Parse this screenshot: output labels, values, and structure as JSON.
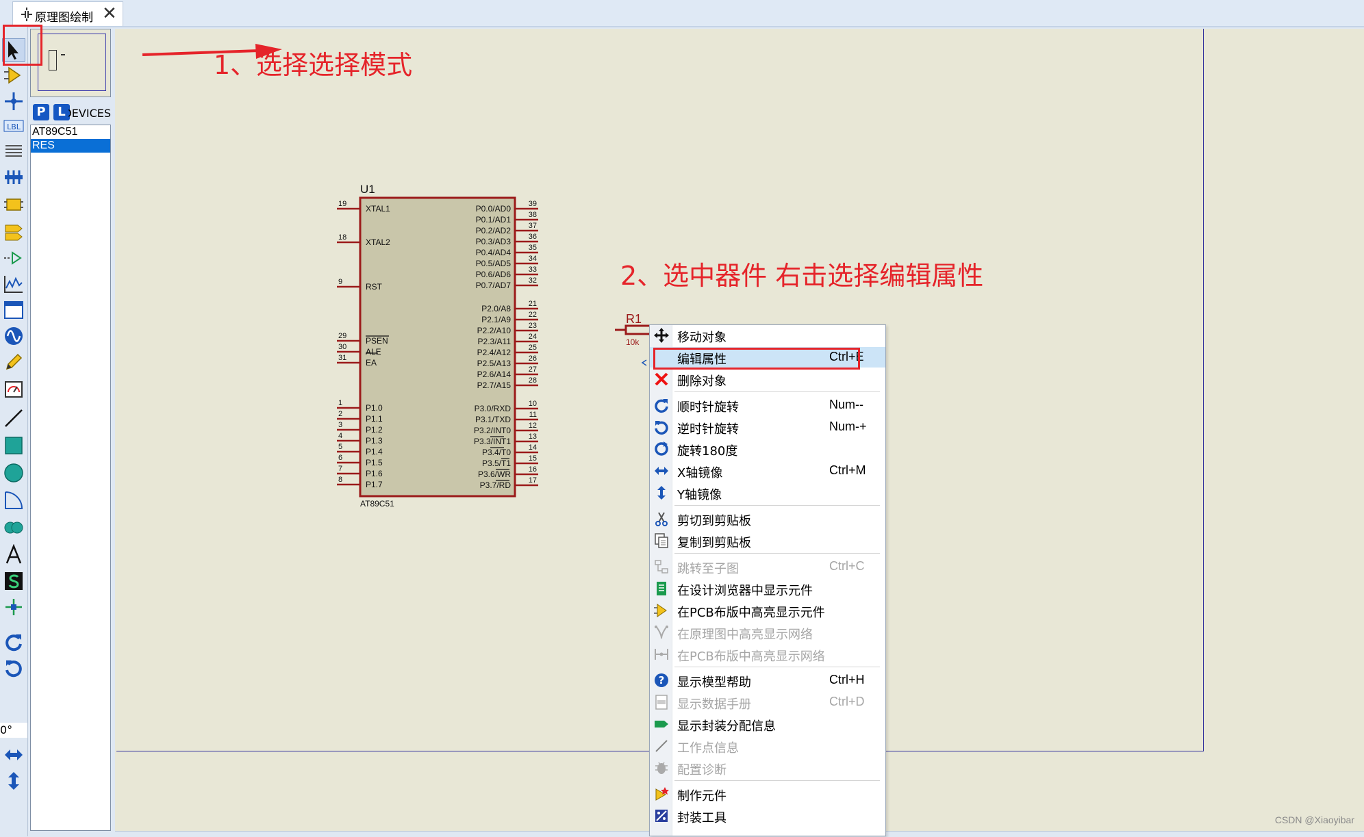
{
  "tab": {
    "label": "原理图绘制",
    "close": "✕"
  },
  "annotations": {
    "step1": "1、选择选择模式",
    "step2": "2、选中器件 右击选择编辑属性"
  },
  "toolbar": {
    "label_tool": "LBL",
    "angle": "0°"
  },
  "library": {
    "p_button": "P",
    "l_button": "L",
    "title": "DEVICES",
    "devices": [
      "AT89C51",
      "RES"
    ],
    "selected": "RES"
  },
  "chip": {
    "ref": "U1",
    "part": "AT89C51",
    "left_pins": [
      {
        "num": "19",
        "name": "XTAL1"
      },
      {
        "num": "18",
        "name": "XTAL2"
      },
      {
        "num": "9",
        "name": "RST"
      },
      {
        "num": "29",
        "name": "PSEN"
      },
      {
        "num": "30",
        "name": "ALE"
      },
      {
        "num": "31",
        "name": "EA"
      },
      {
        "num": "1",
        "name": "P1.0"
      },
      {
        "num": "2",
        "name": "P1.1"
      },
      {
        "num": "3",
        "name": "P1.2"
      },
      {
        "num": "4",
        "name": "P1.3"
      },
      {
        "num": "5",
        "name": "P1.4"
      },
      {
        "num": "6",
        "name": "P1.5"
      },
      {
        "num": "7",
        "name": "P1.6"
      },
      {
        "num": "8",
        "name": "P1.7"
      }
    ],
    "right_pins": [
      {
        "num": "39",
        "name": "P0.0/AD0"
      },
      {
        "num": "38",
        "name": "P0.1/AD1"
      },
      {
        "num": "37",
        "name": "P0.2/AD2"
      },
      {
        "num": "36",
        "name": "P0.3/AD3"
      },
      {
        "num": "35",
        "name": "P0.4/AD4"
      },
      {
        "num": "34",
        "name": "P0.5/AD5"
      },
      {
        "num": "33",
        "name": "P0.6/AD6"
      },
      {
        "num": "32",
        "name": "P0.7/AD7"
      },
      {
        "num": "21",
        "name": "P2.0/A8"
      },
      {
        "num": "22",
        "name": "P2.1/A9"
      },
      {
        "num": "23",
        "name": "P2.2/A10"
      },
      {
        "num": "24",
        "name": "P2.3/A11"
      },
      {
        "num": "25",
        "name": "P2.4/A12"
      },
      {
        "num": "26",
        "name": "P2.5/A13"
      },
      {
        "num": "27",
        "name": "P2.6/A14"
      },
      {
        "num": "28",
        "name": "P2.7/A15"
      },
      {
        "num": "10",
        "name": "P3.0/RXD"
      },
      {
        "num": "11",
        "name": "P3.1/TXD"
      },
      {
        "num": "12",
        "name": "P3.2/INT0"
      },
      {
        "num": "13",
        "name": "P3.3/INT1"
      },
      {
        "num": "14",
        "name": "P3.4/T0"
      },
      {
        "num": "15",
        "name": "P3.5/T1"
      },
      {
        "num": "16",
        "name": "P3.6/WR"
      },
      {
        "num": "17",
        "name": "P3.7/RD"
      }
    ]
  },
  "resistor": {
    "ref": "R1",
    "value": "10k"
  },
  "context_menu": {
    "items": [
      {
        "label": "移动对象",
        "shortcut": "",
        "icon": "move-icon"
      },
      {
        "label": "编辑属性",
        "shortcut": "Ctrl+E",
        "icon": "edit-properties-icon"
      },
      {
        "label": "删除对象",
        "shortcut": "",
        "icon": "delete-icon"
      },
      {
        "label": "顺时针旋转",
        "shortcut": "Num--",
        "icon": "rotate-cw-icon"
      },
      {
        "label": "逆时针旋转",
        "shortcut": "Num-+",
        "icon": "rotate-ccw-icon"
      },
      {
        "label": "旋转180度",
        "shortcut": "",
        "icon": "rotate-180-icon"
      },
      {
        "label": "X轴镜像",
        "shortcut": "Ctrl+M",
        "icon": "mirror-x-icon"
      },
      {
        "label": "Y轴镜像",
        "shortcut": "",
        "icon": "mirror-y-icon"
      },
      {
        "label": "剪切到剪贴板",
        "shortcut": "",
        "icon": "cut-icon"
      },
      {
        "label": "复制到剪贴板",
        "shortcut": "",
        "icon": "copy-icon"
      },
      {
        "label": "跳转至子图",
        "shortcut": "Ctrl+C",
        "icon": "goto-subsheet-icon"
      },
      {
        "label": "在设计浏览器中显示元件",
        "shortcut": "",
        "icon": "design-explorer-icon"
      },
      {
        "label": "在PCB布版中高亮显示元件",
        "shortcut": "",
        "icon": "pcb-highlight-icon"
      },
      {
        "label": "在原理图中高亮显示网络",
        "shortcut": "",
        "icon": "net-highlight-icon"
      },
      {
        "label": "在PCB布版中高亮显示网络",
        "shortcut": "",
        "icon": "pcb-net-icon"
      },
      {
        "label": "显示模型帮助",
        "shortcut": "Ctrl+H",
        "icon": "help-icon"
      },
      {
        "label": "显示数据手册",
        "shortcut": "Ctrl+D",
        "icon": "datasheet-icon"
      },
      {
        "label": "显示封装分配信息",
        "shortcut": "",
        "icon": "package-icon"
      },
      {
        "label": "工作点信息",
        "shortcut": "",
        "icon": "op-point-icon"
      },
      {
        "label": "配置诊断",
        "shortcut": "",
        "icon": "diagnostics-icon"
      },
      {
        "label": "制作元件",
        "shortcut": "",
        "icon": "make-device-icon"
      },
      {
        "label": "封装工具",
        "shortcut": "",
        "icon": "packaging-tool-icon"
      }
    ]
  },
  "watermark": "CSDN @Xiaoyibar",
  "colors": {
    "canvas": "#e8e7d6",
    "chip_body": "#c9c6aa",
    "chip_border": "#9b1a1a",
    "annotation": "#e5242a",
    "sheet_border": "#2d2d9c",
    "selection": "#0a6fd6"
  }
}
